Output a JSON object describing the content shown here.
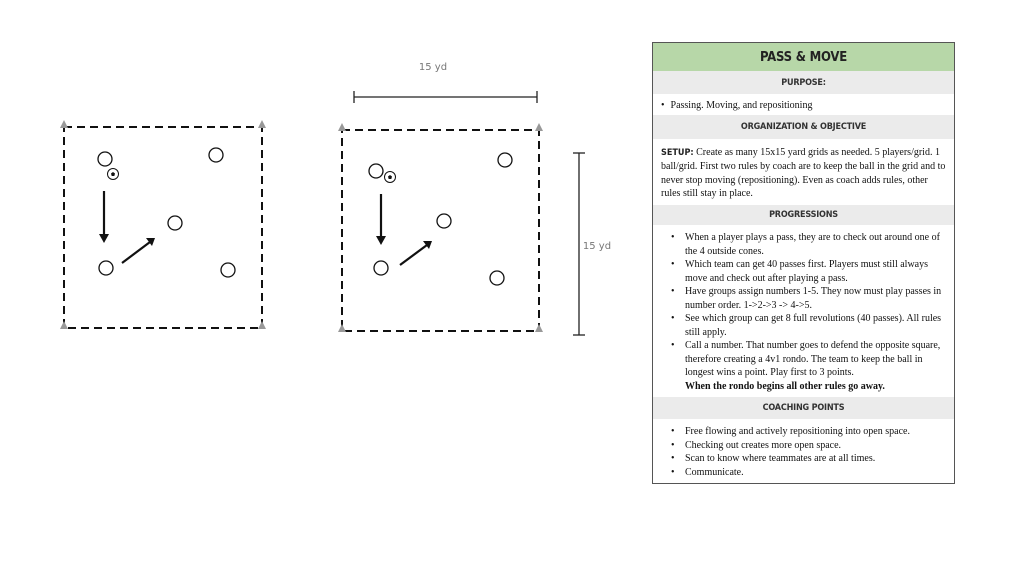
{
  "dimensions": {
    "width_label": "15 yd",
    "height_label": "15 yd"
  },
  "panel": {
    "title": "PASS & MOVE",
    "purpose_heading": "PURPOSE:",
    "purpose_text": "Passing. Moving, and repositioning",
    "organization_heading": "ORGANIZATION & OBJECTIVE",
    "setup_label": "SETUP:",
    "setup_text": "Create as many 15x15 yard grids as needed. 5 players/grid. 1 ball/grid. First two rules by coach are to keep the ball in the grid and to never stop moving (repositioning). Even as coach adds rules, other rules still stay in place.",
    "progressions_heading": "PROGRESSIONS",
    "progressions": [
      "When a player plays a pass, they are to check out around one of the 4 outside cones.",
      "Which team can get 40 passes first. Players must still always move and check out after playing a pass.",
      "Have groups assign numbers 1-5. They now must play passes in number order. 1->2->3 -> 4->5.",
      "See which group can get 8 full revolutions (40 passes). All rules still apply.",
      "Call a number. That number goes to defend the opposite square, therefore creating a 4v1 rondo. The team to keep the ball in longest wins a point. Play first to 3 points."
    ],
    "progressions_emphasis": "When the rondo begins all other rules go away.",
    "coaching_heading": "COACHING POINTS",
    "coaching_points": [
      "Free flowing and actively repositioning into open space.",
      "Checking out creates more open space.",
      "Scan to know where teammates are at all times.",
      "Communicate."
    ]
  },
  "colors": {
    "title_bar": "#b7d7a8",
    "section_bar": "#ebebeb",
    "border": "#555555"
  }
}
